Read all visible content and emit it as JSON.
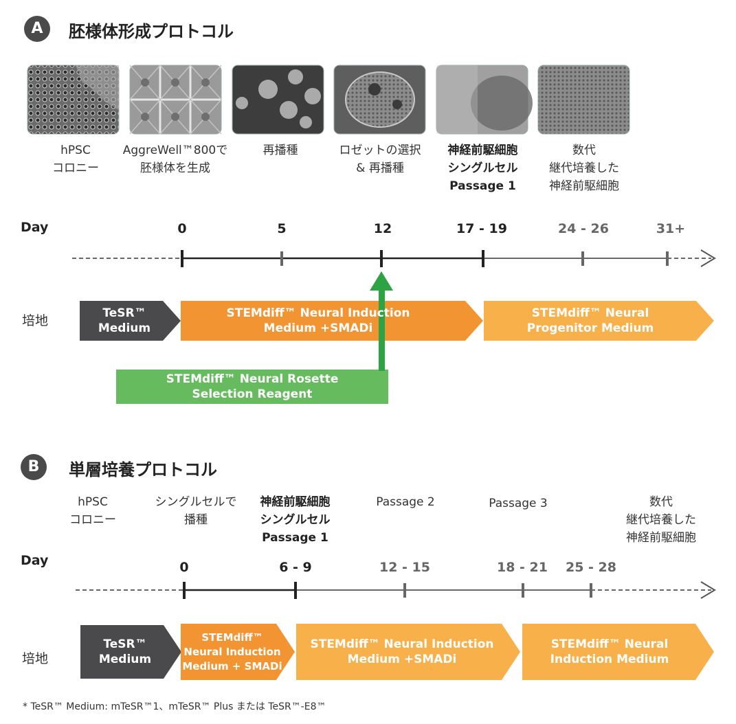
{
  "section_a": {
    "badge": "A",
    "title": "胚様体形成プロトコル",
    "captions": [
      {
        "lines": [
          "hPSC",
          "コロニー"
        ],
        "bold": false
      },
      {
        "lines": [
          "AggreWell™800で",
          "胚様体を生成"
        ],
        "bold": false
      },
      {
        "lines": [
          "再播種"
        ],
        "bold": false
      },
      {
        "lines": [
          "ロゼットの選択",
          "& 再播種"
        ],
        "bold": false
      },
      {
        "lines": [
          "神経前駆細胞",
          "シングルセル",
          "Passage 1"
        ],
        "bold": true
      },
      {
        "lines": [
          "数代",
          "継代培養した",
          "神経前駆細胞"
        ],
        "bold": false
      }
    ],
    "day_label": "Day",
    "ticks": [
      "0",
      "5",
      "12",
      "17 - 19",
      "24 - 26",
      "31+"
    ],
    "medium_label": "培地",
    "media": [
      {
        "text": "TeSR™\nMedium",
        "color": "#4a4a4c"
      },
      {
        "text": "STEMdiff™ Neural Induction\nMedium +SMADi",
        "color": "#f39433"
      },
      {
        "text": "STEMdiff™ Neural\nProgenitor Medium",
        "color": "#f7b04a"
      }
    ],
    "reagent": {
      "text": "STEMdiff™ Neural Rosette\nSelection Reagent",
      "color": "#66bb5f"
    }
  },
  "section_b": {
    "badge": "B",
    "title": "単層培養プロトコル",
    "captions": [
      {
        "lines": [
          "hPSC",
          "コロニー"
        ],
        "bold": false
      },
      {
        "lines": [
          "シングルセルで",
          "播種"
        ],
        "bold": false
      },
      {
        "lines": [
          "神経前駆細胞",
          "シングルセル",
          "Passage 1"
        ],
        "bold": true
      },
      {
        "lines": [
          "Passage 2"
        ],
        "bold": false
      },
      {
        "lines": [
          "Passage 3"
        ],
        "bold": false
      },
      {
        "lines": [
          "数代",
          "継代培養した",
          "神経前駆細胞"
        ],
        "bold": false
      }
    ],
    "day_label": "Day",
    "ticks": [
      "0",
      "6 - 9",
      "12 - 15",
      "18 - 21",
      "25 - 28"
    ],
    "medium_label": "培地",
    "media": [
      {
        "text": "TeSR™\nMedium",
        "color": "#4a4a4c"
      },
      {
        "text": "STEMdiff™\nNeural Induction\nMedium + SMADi",
        "color": "#f39433"
      },
      {
        "text": "STEMdiff™ Neural Induction\nMedium +SMADi",
        "color": "#f7b04a"
      },
      {
        "text": "STEMdiff™ Neural\nInduction Medium",
        "color": "#f7b04a"
      }
    ]
  },
  "footnote": "*  TeSR™ Medium: mTeSR™1、mTeSR™ Plus または TeSR™-E8™"
}
